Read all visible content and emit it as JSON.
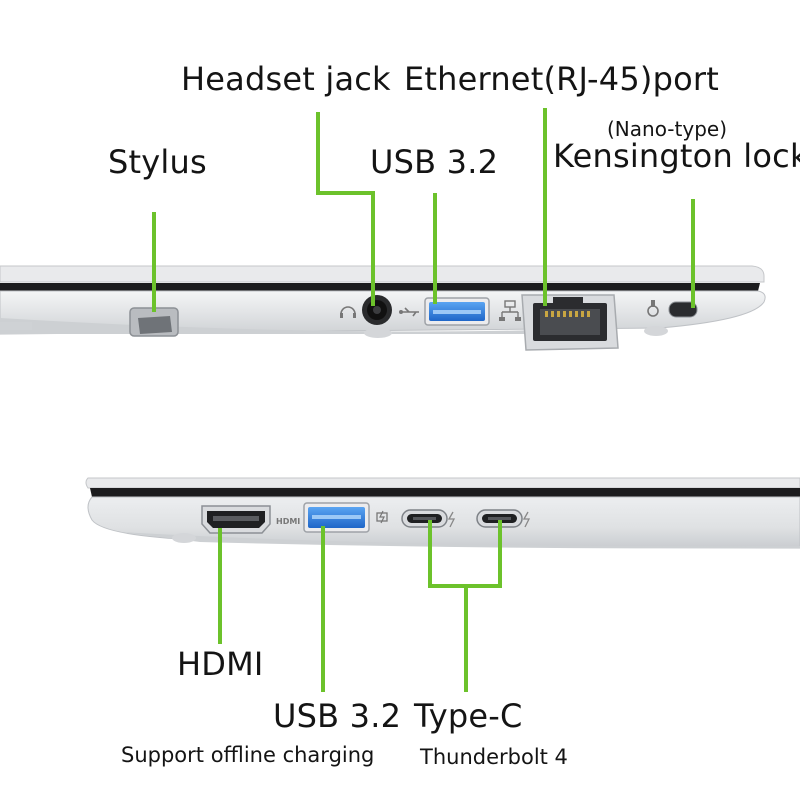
{
  "labels": {
    "headset_jack": "Headset jack",
    "ethernet_port": "Ethernet(RJ-45)port",
    "nano_type": "(Nano-type)",
    "kensington_lock": "Kensington lock",
    "stylus": "Stylus",
    "usb_top": "USB 3.2",
    "hdmi": "HDMI",
    "usb_bottom": "USB 3.2",
    "usb_bottom_note": "Support offline charging",
    "type_c": "Type-C",
    "type_c_note": "Thunderbolt 4",
    "hdmi_port_marking": "HDMI"
  },
  "icons": {
    "headset": "headset-icon",
    "usb": "usb-icon",
    "network": "network-icon",
    "lock": "lock-icon",
    "thunderbolt": "thunderbolt-icon",
    "charge": "battery-charge-icon"
  },
  "colors": {
    "leader_line": "#6cc22b",
    "chassis": "#e6e7e9",
    "usb_port": "#2f7de0",
    "text": "#141414"
  }
}
